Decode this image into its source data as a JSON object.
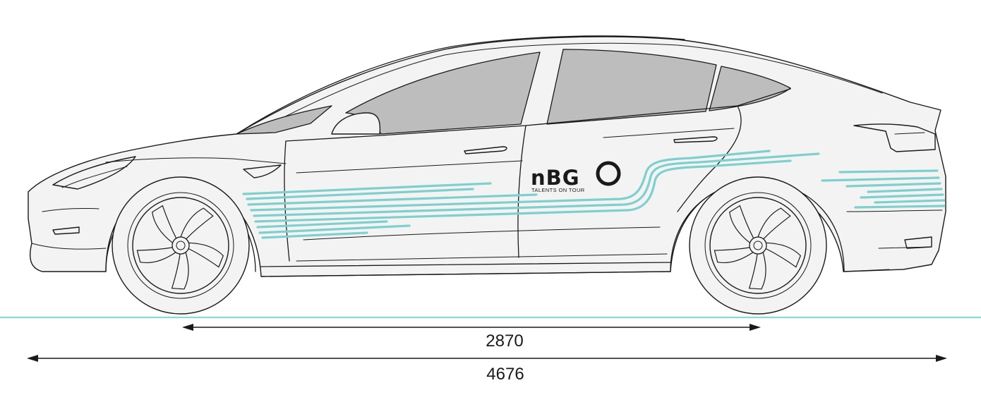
{
  "logo": {
    "wordmark": "nBG",
    "tagline": "TALENTS ON TOUR"
  },
  "dimensions": {
    "wheelbase": "2870",
    "overall_length": "4676"
  },
  "colors": {
    "accent_stripe": "#7fcfcf",
    "ground_line": "#4fd6d6",
    "body": "#f3f3f3",
    "glass": "#bdbdbd",
    "outline": "#1a1a1a"
  }
}
